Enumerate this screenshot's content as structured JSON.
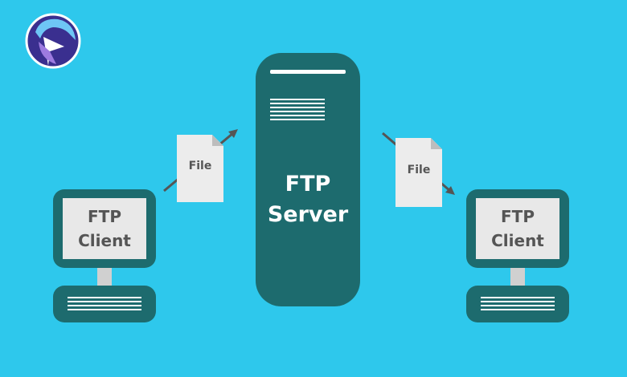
{
  "diagram": {
    "server": {
      "line1": "FTP",
      "line2": "Server"
    },
    "left_client": {
      "line1": "FTP",
      "line2": "Client"
    },
    "right_client": {
      "line1": "FTP",
      "line2": "Client"
    },
    "left_file": {
      "label": "File"
    },
    "right_file": {
      "label": "File"
    }
  },
  "colors": {
    "background": "#2ec8ec",
    "device": "#1d6b6e",
    "device_dark": "#14595c",
    "screen": "#e8e8e8",
    "file": "#ececec",
    "label_text": "#555555",
    "server_text": "#ffffff",
    "arrow": "#555555"
  },
  "logo": {
    "name": "brand-logo"
  }
}
